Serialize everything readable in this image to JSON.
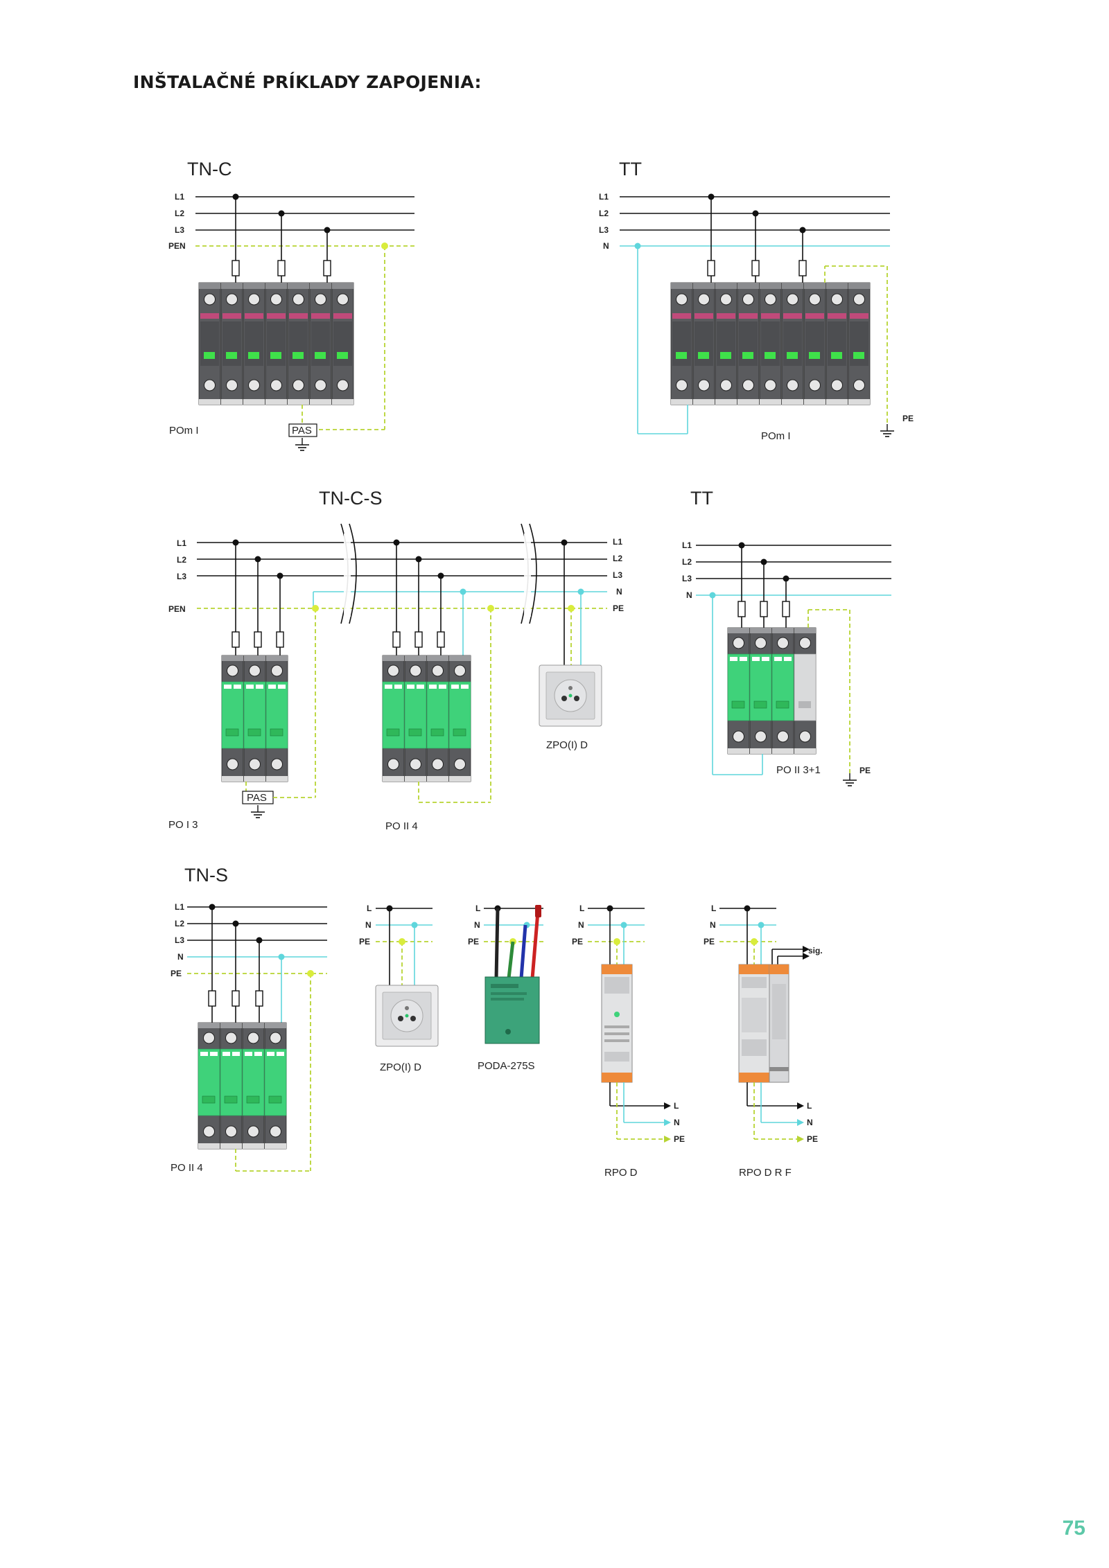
{
  "page": {
    "title": "INŠTALAČNÉ PRÍKLADY ZAPOJENIA:",
    "number": "75"
  },
  "diagrams": {
    "tnc": {
      "title": "TN-C",
      "lines": [
        "L1",
        "L2",
        "L3",
        "PEN"
      ],
      "pas": "PAS",
      "caption": "POm I"
    },
    "tt1": {
      "title": "TT",
      "lines": [
        "L1",
        "L2",
        "L3",
        "N"
      ],
      "pe": "PE",
      "caption": "POm I"
    },
    "tncs": {
      "title": "TN-C-S",
      "lines_left": [
        "L1",
        "L2",
        "L3",
        "PEN"
      ],
      "lines_right": [
        "L1",
        "L2",
        "L3",
        "N",
        "PE"
      ],
      "pas": "PAS",
      "caption_a": "PO I 3",
      "caption_b": "PO II 4",
      "caption_c": "ZPO(I) D"
    },
    "tt2": {
      "title": "TT",
      "lines": [
        "L1",
        "L2",
        "L3",
        "N"
      ],
      "pe": "PE",
      "caption": "PO II 3+1"
    },
    "tns": {
      "title": "TN-S",
      "lines": [
        "L1",
        "L2",
        "L3",
        "N",
        "PE"
      ],
      "caption": "PO II 4"
    },
    "small": {
      "zpo_lines": [
        "L",
        "N",
        "PE"
      ],
      "zpo_caption": "ZPO(I) D",
      "poda_lines": [
        "L",
        "N",
        "PE"
      ],
      "poda_caption": "PODA-275S",
      "rpod_lines": [
        "L",
        "N",
        "PE"
      ],
      "rpod_out": [
        "L",
        "N",
        "PE"
      ],
      "rpod_caption": "RPO D",
      "rpodrf_lines": [
        "L",
        "N",
        "PE"
      ],
      "rpodrf_out": [
        "L",
        "N",
        "PE"
      ],
      "rpodrf_sig": "sig.",
      "rpodrf_caption": "RPO D R F"
    }
  },
  "colors": {
    "phase": "#111111",
    "neutral": "#5fd6dc",
    "pe": "#b7d432",
    "module_green": "#3fd27a",
    "module_grey": "#58595b",
    "page_number": "#5cc8a8"
  }
}
